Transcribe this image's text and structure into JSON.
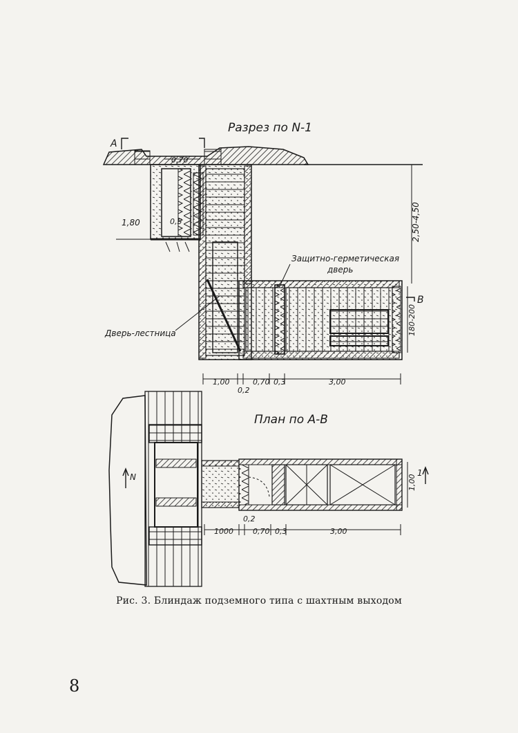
{
  "section": {
    "title": "Разрез по N-1",
    "marker_a": "А",
    "marker_b": "В",
    "label_door_hermetic_line1": "Защитно-герметическая",
    "label_door_hermetic_line2": "дверь",
    "label_door_ladder": "Дверь-лестница",
    "dim_top_width": "0,70",
    "dim_depth_left": "1,80",
    "dim_inner": "0,5",
    "dim_depth_right": "2,50-4,50",
    "dim_height_right": "180-200",
    "dims_bottom": [
      "1,00",
      "0,70",
      "0,3",
      "3,00"
    ],
    "dim_bottom_small": "0,2"
  },
  "plan": {
    "title": "План по А-В",
    "north": "N",
    "marker_right": "1",
    "dim_width": "1,00",
    "dims_bottom": [
      "1000",
      "0,70",
      "0,3",
      "3,00"
    ],
    "dim_bottom_small": "0,2"
  },
  "caption": "Рис. 3. Блиндаж подземного типа с шахтным выходом",
  "page_number": "8"
}
